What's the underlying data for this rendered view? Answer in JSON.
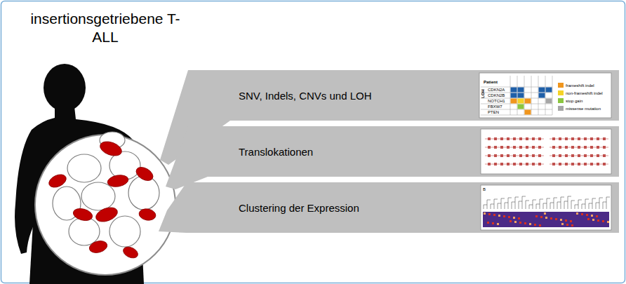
{
  "diagram": {
    "title": "insertionsgetriebene T-ALL",
    "nodes": [
      {
        "text": [
          "SNV, Indels, CNVs und LOH"
        ]
      },
      {
        "text": [
          "Translokationen"
        ]
      },
      {
        "text": [
          "Clustering der Expression"
        ]
      }
    ],
    "labels": [
      "Patient",
      "CDKN2A",
      "CDKN2B",
      "NOTCH1",
      "FBXW7",
      "PTEN",
      "LOH",
      "B"
    ],
    "legend": [
      {
        "text": "frameshift indel",
        "color": "#f0961e"
      },
      {
        "text": "non-frameshift indel",
        "color": "#f5d327"
      },
      {
        "text": "stop gain",
        "color": "#8cc63f"
      },
      {
        "text": "missense mutation",
        "color": "#a6a6a6"
      }
    ]
  }
}
